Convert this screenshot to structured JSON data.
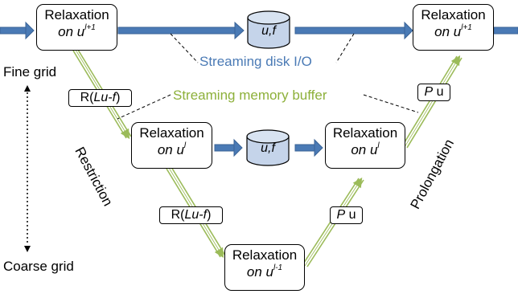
{
  "nodes": {
    "top_left": {
      "line1": "Relaxation",
      "line2_prefix": "on u",
      "sup": "l+1"
    },
    "mid_left": {
      "line1": "Relaxation",
      "line2_prefix": "on u",
      "sup": "l"
    },
    "bottom": {
      "line1": "Relaxation",
      "line2_prefix": "on u",
      "sup": "l-1"
    },
    "mid_right": {
      "line1": "Relaxation",
      "line2_prefix": "on u",
      "sup": "l"
    },
    "top_right": {
      "line1": "Relaxation",
      "line2_prefix": "on u",
      "sup": "l+1"
    }
  },
  "disks": {
    "top": "u,f",
    "mid": "u,f"
  },
  "operators": {
    "restrict_top": {
      "prefix": "R(",
      "italic": "Lu-f",
      "suffix": ")"
    },
    "restrict_mid": {
      "prefix": "R(",
      "italic": "Lu-f",
      "suffix": ")"
    },
    "prolong_mid": {
      "italic": "P",
      "suffix": " u"
    },
    "prolong_top": {
      "italic": "P",
      "suffix": " u"
    }
  },
  "labels": {
    "streaming_disk": "Streaming disk I/O",
    "streaming_memory": "Streaming memory buffer",
    "fine_grid": "Fine grid",
    "coarse_grid": "Coarse grid",
    "restriction": "Restriction",
    "prolongation": "Prolongation"
  },
  "colors": {
    "disk_arrow": "#4a7ab5",
    "disk_arrow_stroke": "#3a6396",
    "memory_arrow": "#9bbb59",
    "disk_fill": "#c5d4ea",
    "blue_text": "#4a7ab5",
    "green_text": "#8db03a"
  }
}
